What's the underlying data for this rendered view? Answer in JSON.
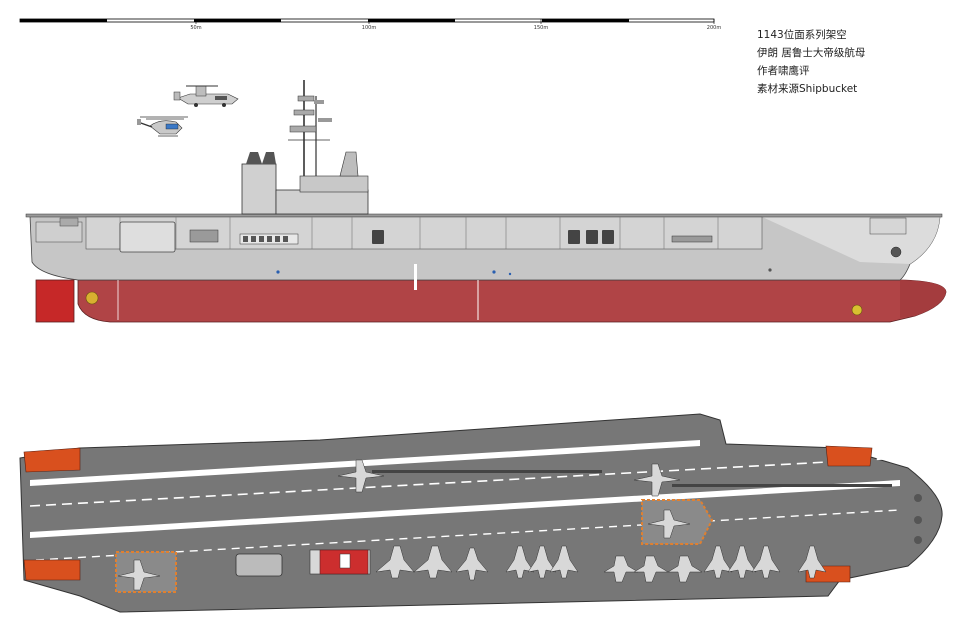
{
  "credits": {
    "line1": "1143位面系列架空",
    "line2": "伊朗 居鲁士大帝级航母",
    "line3": "作者啸鹰评",
    "line4": "素材来源Shipbucket"
  },
  "scale_bar": {
    "labels": [
      "50m",
      "100m",
      "150m",
      "200m"
    ]
  },
  "colors": {
    "hull_red": "#b04446",
    "hull_grey": "#c6c6c6",
    "deck_grey": "#777777",
    "deck_orange": "#d9501e",
    "island_grey": "#d0d0d0"
  }
}
